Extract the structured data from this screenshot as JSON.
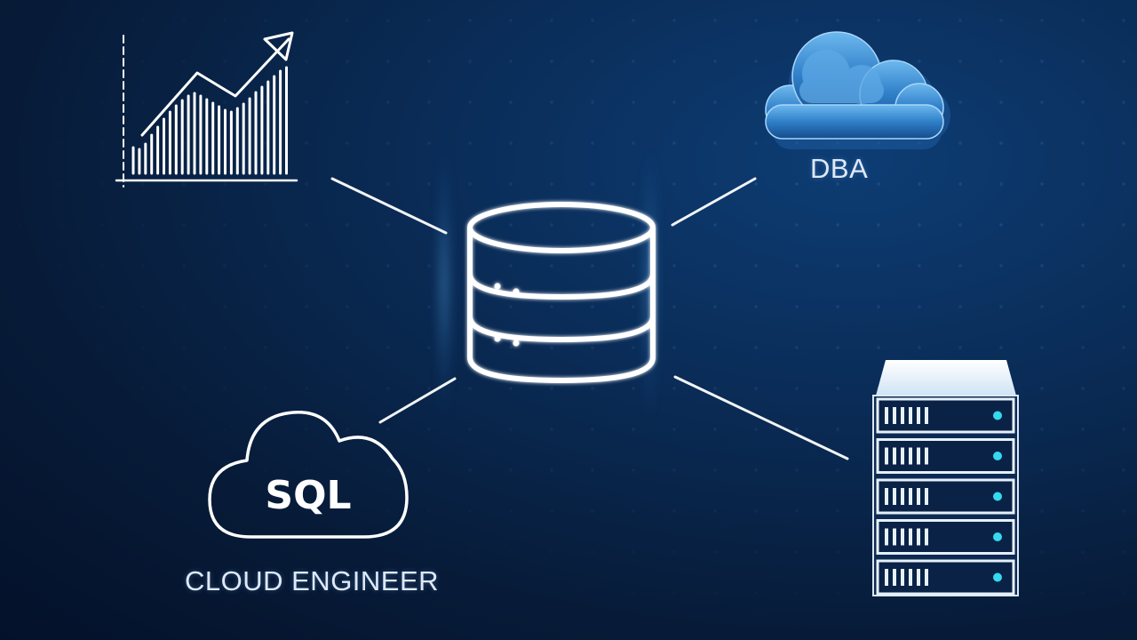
{
  "labels": {
    "dba": "DBA",
    "cloud_engineer": "CLOUD ENGINEER",
    "sql": "SQL"
  },
  "icons": {
    "center": "database-icon",
    "top_left": "growth-chart-icon",
    "top_right": "cloud-icon",
    "bottom_left": "sql-cloud-icon",
    "bottom_right": "server-rack-icon"
  },
  "colors": {
    "background_dark": "#04112a",
    "background_light": "#0d3d74",
    "line": "#ffffff",
    "led": "#36d9f0",
    "cloud_blue": "#3f8fd6"
  }
}
